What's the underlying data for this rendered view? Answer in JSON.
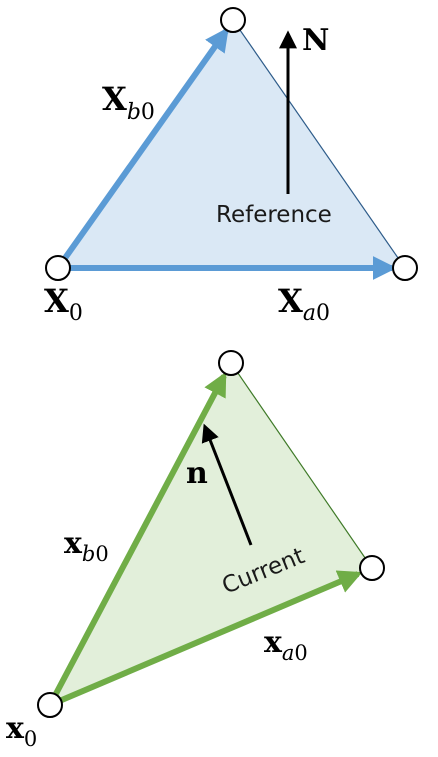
{
  "reference": {
    "caption": "Reference",
    "normal": {
      "base": "N"
    },
    "vertex_origin": {
      "base": "X",
      "sub": "0"
    },
    "edge_a": {
      "base": "X",
      "sub_italic": "a",
      "sub": "0"
    },
    "edge_b": {
      "base": "X",
      "sub_italic": "b",
      "sub": "0"
    },
    "fill_color": "#dae8f5",
    "edge_color": "#5b9bd5"
  },
  "current": {
    "caption": "Current",
    "normal": {
      "base": "n"
    },
    "vertex_origin": {
      "base": "x",
      "sub": "0"
    },
    "edge_a": {
      "base": "x",
      "sub_italic": "a",
      "sub": "0"
    },
    "edge_b": {
      "base": "x",
      "sub_italic": "b",
      "sub": "0"
    },
    "fill_color": "#e2efda",
    "edge_color": "#70ad47"
  }
}
